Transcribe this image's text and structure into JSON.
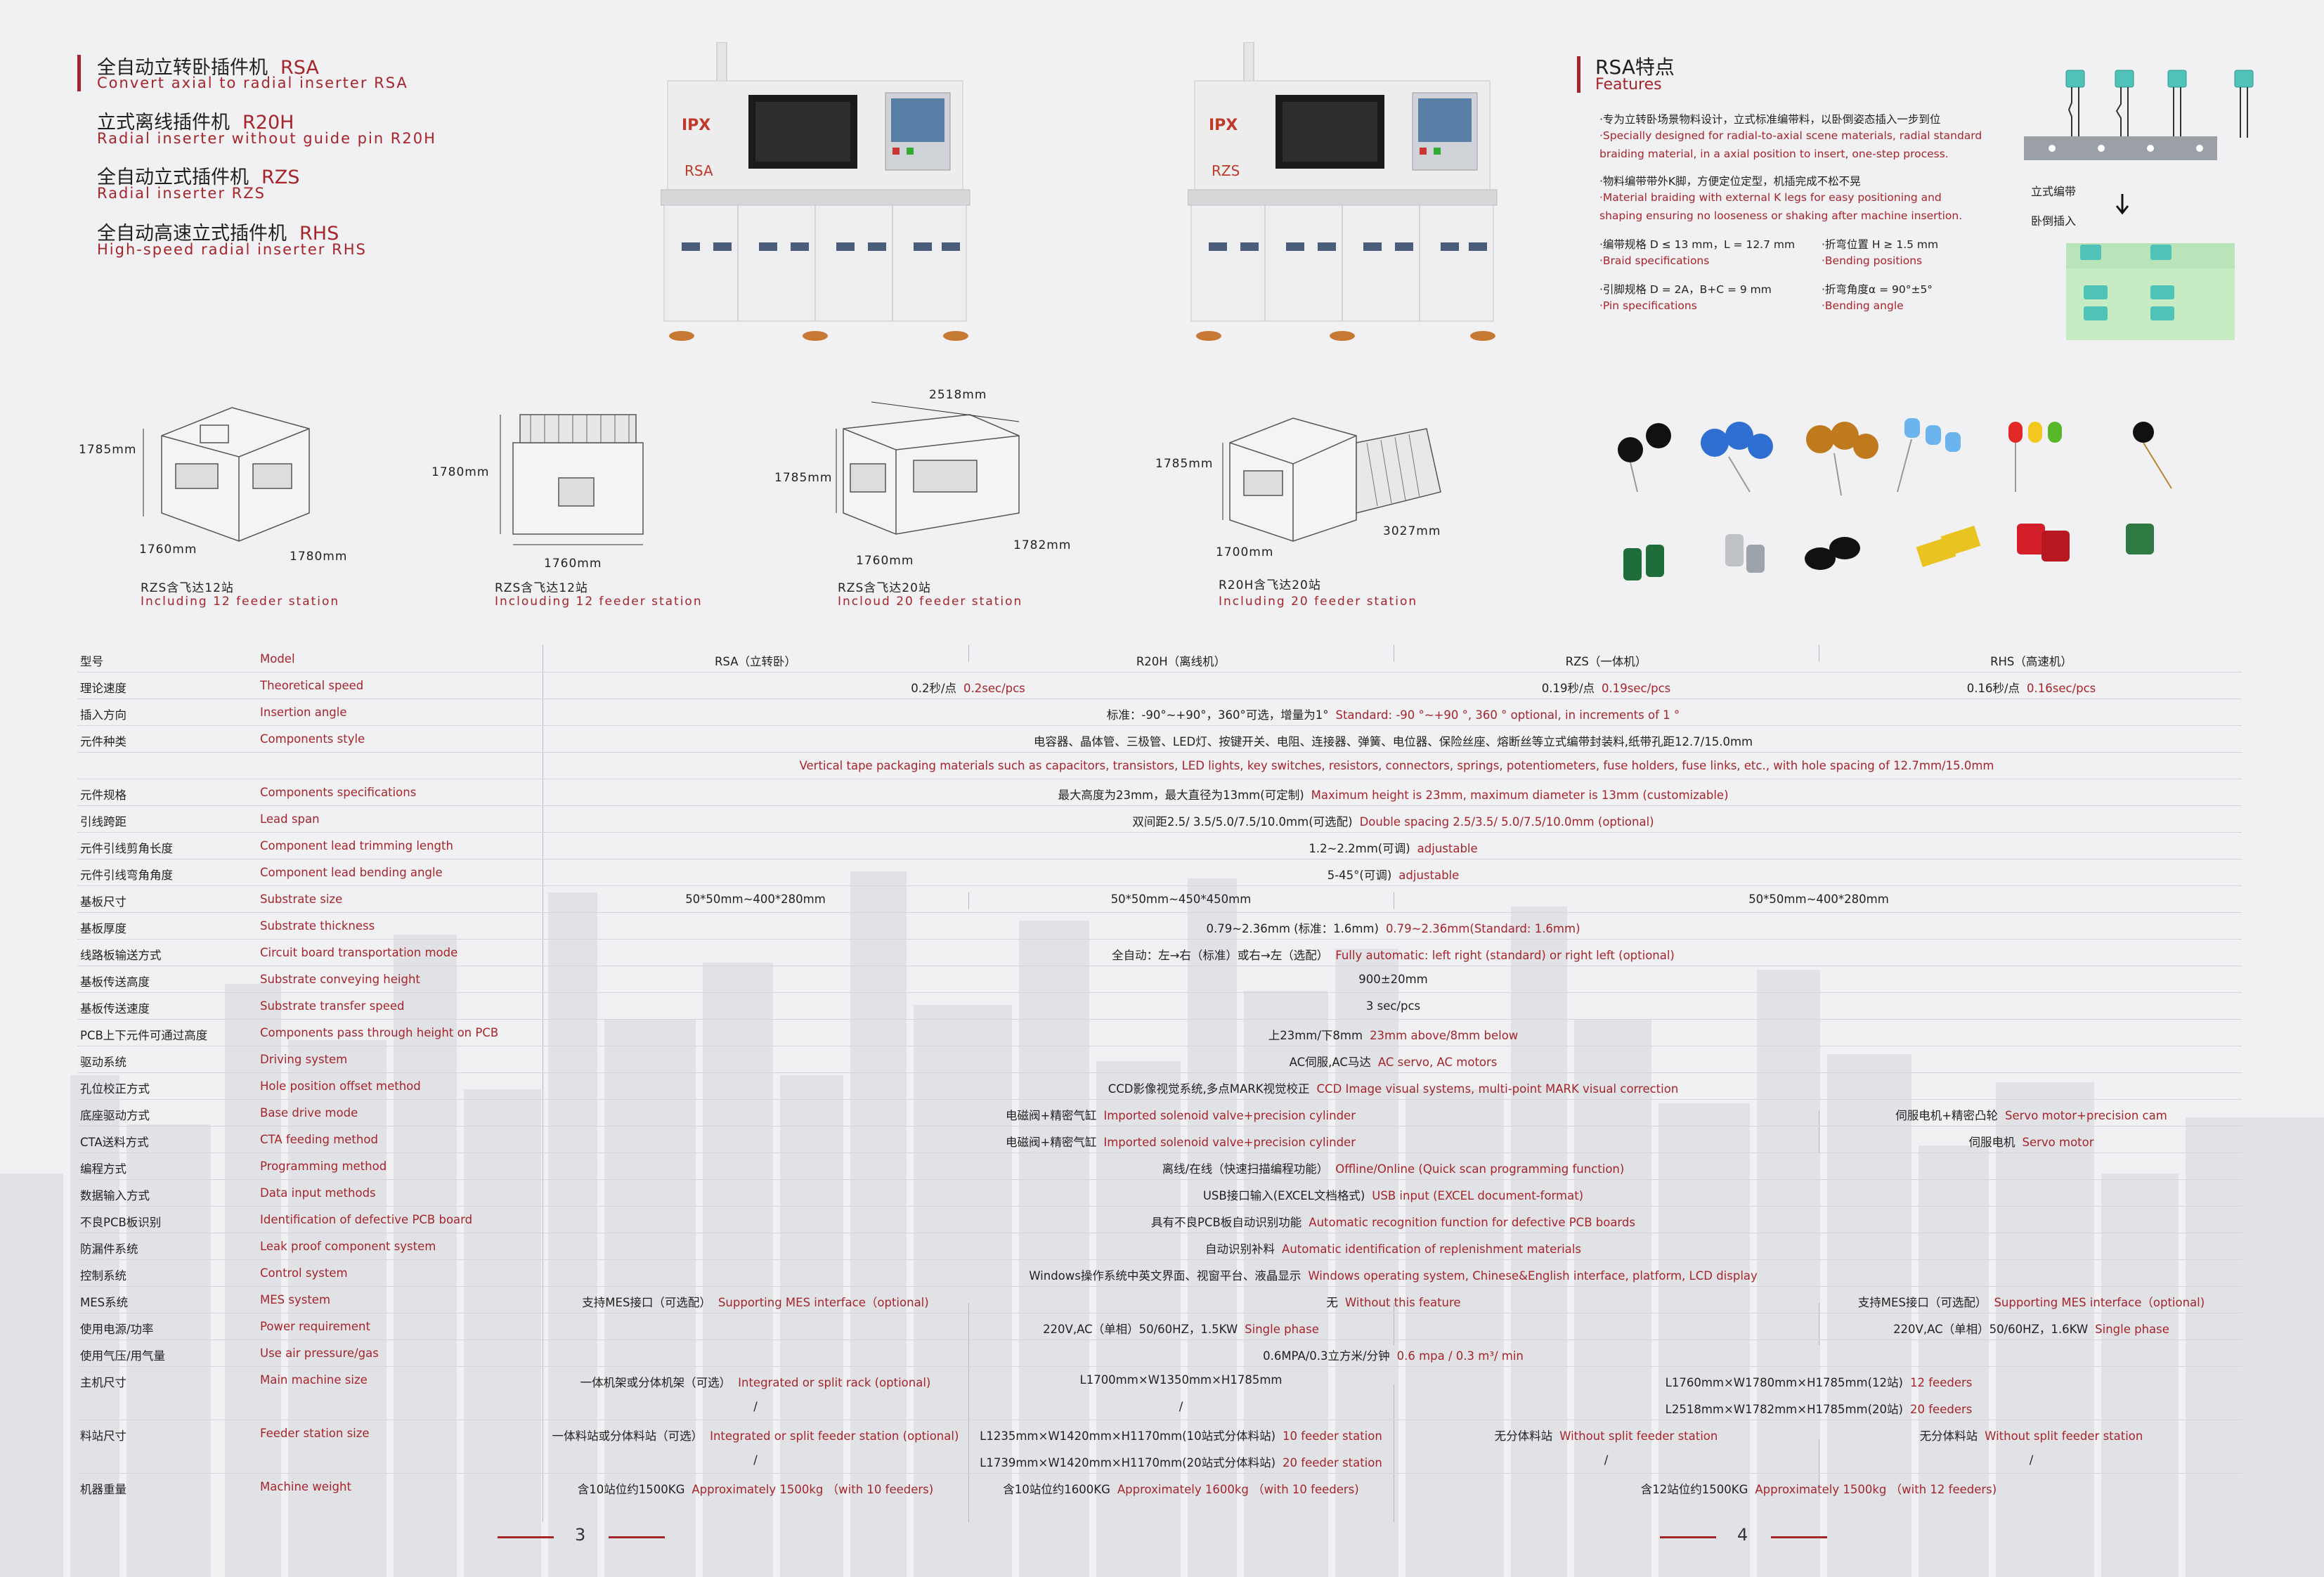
{
  "products": [
    {
      "cn": "全自动立转卧插件机",
      "model": "RSA",
      "en": "Convert axial to radial inserter RSA"
    },
    {
      "cn": "立式离线插件机",
      "model": "R20H",
      "en": "Radial inserter without guide pin R20H"
    },
    {
      "cn": "全自动立式插件机",
      "model": "RZS",
      "en": "Radial inserter RZS"
    },
    {
      "cn": "全自动高速立式插件机",
      "model": "RHS",
      "en": "High-speed radial inserter RHS"
    }
  ],
  "machine_labels": {
    "left": "RSA",
    "right": "RZS",
    "brand": "IPX"
  },
  "features": {
    "title": "RSA特点",
    "subtitle": "Features",
    "p1_cn": "·专为立转卧场景物料设计，立式标准编带料，以卧倒姿态插入一步到位",
    "p1_en1": "·Specially designed for radial-to-axial scene materials, radial standard",
    "p1_en2": "braiding material, in a axial position to insert, one-step process.",
    "p2_cn": "·物料编带带外K脚，方便定位定型，机插完成不松不晃",
    "p2_en1": "·Material braiding with external K legs for easy positioning and",
    "p2_en2": "shaping ensuring no looseness or shaking after machine insertion.",
    "s1_cn": "·编带规格 D ≤ 13 mm，L = 12.7 mm",
    "s1_en": "·Braid specifications",
    "s2_cn": "·折弯位置 H ≥ 1.5 mm",
    "s2_en": "·Bending positions",
    "s3_cn": "·引脚规格 D = 2A，B+C = 9 mm",
    "s3_en": "·Pin specifications",
    "s4_cn": "·折弯角度α = 90°±5°",
    "s4_en": "·Bending angle",
    "diag_label1": "立式编带",
    "diag_label2": "卧倒插入"
  },
  "dims": [
    {
      "h": "1785mm",
      "w": "1760mm",
      "d": "1780mm",
      "cap_cn": "RZS含飞达12站",
      "cap_en": "Including 12 feeder station"
    },
    {
      "h": "1780mm",
      "w": "1760mm",
      "cap_cn": "RZS含飞达12站",
      "cap_en": "Inclouding 12 feeder station"
    },
    {
      "h": "1785mm",
      "w": "1760mm",
      "d": "1782mm",
      "top": "2518mm",
      "cap_cn": "RZS含飞达20站",
      "cap_en": "Incloud 20 feeder station"
    },
    {
      "h": "1785mm",
      "w": "1700mm",
      "d": "3027mm",
      "cap_cn": "R20H含飞达20站",
      "cap_en": "Including 20 feeder station"
    }
  ],
  "table": {
    "header": {
      "cn": "型号",
      "en": "Model",
      "cols": [
        "RSA（立转卧）",
        "R20H（离线机）",
        "RZS（一体机）",
        "RHS（高速机）"
      ]
    },
    "speed": {
      "cn": "理论速度",
      "en": "Theoretical speed",
      "c1": "0.2秒/点",
      "c1e": "0.2sec/pcs",
      "c3": "0.19秒/点",
      "c3e": "0.19sec/pcs",
      "c4": "0.16秒/点",
      "c4e": "0.16sec/pcs"
    },
    "angle": {
      "cn": "插入方向",
      "en": "Insertion angle",
      "v": "标准：-90°~+90°，360°可选，增量为1°",
      "e": "Standard: -90 °~+90 °, 360 ° optional, in increments of 1 °"
    },
    "style": {
      "cn": "元件种类",
      "en": "Components style",
      "v": "电容器、晶体管、三极管、LED灯、按键开关、电阻、连接器、弹簧、电位器、保险丝座、熔断丝等立式编带封装料,纸带孔距12.7/15.0mm"
    },
    "style2": {
      "e": "Vertical tape packaging materials such as capacitors, transistors, LED lights, key switches, resistors, connectors, springs, potentiometers, fuse holders, fuse links, etc., with hole spacing of 12.7mm/15.0mm"
    },
    "spec": {
      "cn": "元件规格",
      "en": "Components specifications",
      "v": "最大高度为23mm，最大直径为13mm(可定制)",
      "e": "Maximum height is 23mm, maximum diameter is 13mm (customizable)"
    },
    "span": {
      "cn": "引线跨距",
      "en": "Lead span",
      "v": "双间距2.5/ 3.5/5.0/7.5/10.0mm(可选配)",
      "e": "Double spacing 2.5/3.5/ 5.0/7.5/10.0mm  (optional)"
    },
    "trim": {
      "cn": "元件引线剪角长度",
      "en": "Component lead trimming length",
      "v": "1.2~2.2mm(可调)",
      "e": "adjustable"
    },
    "bend": {
      "cn": "元件引线弯角角度",
      "en": "Component lead bending angle",
      "v": "5-45°(可调)",
      "e": "adjustable"
    },
    "size": {
      "cn": "基板尺寸",
      "en": "Substrate size",
      "c1": "50*50mm~400*280mm",
      "c2": "50*50mm~450*450mm",
      "c3": "50*50mm~400*280mm"
    },
    "thick": {
      "cn": "基板厚度",
      "en": "Substrate thickness",
      "v": "0.79~2.36mm (标准：1.6mm)",
      "e": "0.79~2.36mm(Standard: 1.6mm)"
    },
    "trans": {
      "cn": "线路板输送方式",
      "en": "Circuit board transportation mode",
      "v": "全自动：左→右（标准）或右→左（选配）",
      "e": "Fully automatic: left right (standard) or right left (optional)"
    },
    "convh": {
      "cn": "基板传送高度",
      "en": "Substrate conveying height",
      "v": "900±20mm"
    },
    "convs": {
      "cn": "基板传送速度",
      "en": "Substrate transfer speed",
      "v": "3 sec/pcs"
    },
    "pass": {
      "cn": "PCB上下元件可通过高度",
      "en": "Components pass through height on PCB",
      "v": "上23mm/下8mm",
      "e": "23mm above/8mm below"
    },
    "drive": {
      "cn": "驱动系统",
      "en": "Driving system",
      "v": "AC伺服,AC马达",
      "e": "AC servo, AC motors"
    },
    "hole": {
      "cn": "孔位校正方式",
      "en": "Hole position offset method",
      "v": "CCD影像视觉系统,多点MARK视觉校正",
      "e": "CCD Image visual systems, multi-point MARK visual correction"
    },
    "base": {
      "cn": "底座驱动方式",
      "en": "Base drive mode",
      "v": "电磁阀+精密气缸",
      "e": "Imported solenoid valve+precision cylinder",
      "c4": "伺服电机+精密凸轮",
      "c4e": "Servo motor+precision cam"
    },
    "cta": {
      "cn": "CTA送料方式",
      "en": "CTA feeding method",
      "v": "电磁阀+精密气缸",
      "e": "Imported solenoid valve+precision cylinder",
      "c4": "伺服电机",
      "c4e": "Servo motor"
    },
    "prog": {
      "cn": "编程方式",
      "en": "Programming method",
      "v": "离线/在线（快速扫描编程功能）",
      "e": "Offline/Online (Quick scan programming function)"
    },
    "data": {
      "cn": "数据输入方式",
      "en": "Data input methods",
      "v": "USB接口输入(EXCEL文档格式)",
      "e": "USB input (EXCEL document-format)"
    },
    "defect": {
      "cn": "不良PCB板识别",
      "en": "Identification of defective PCB board",
      "v": "具有不良PCB板自动识别功能",
      "e": "Automatic recognition function for defective PCB boards"
    },
    "leak": {
      "cn": "防漏件系统",
      "en": "Leak proof component system",
      "v": "自动识别补料",
      "e": "Automatic identification of replenishment materials"
    },
    "ctrl": {
      "cn": "控制系统",
      "en": "Control system",
      "v": "Windows操作系统中英文界面、视窗平台、液晶显示",
      "e": "Windows operating system, Chinese&English interface, platform, LCD display"
    },
    "mes": {
      "cn": "MES系统",
      "en": "MES system",
      "c1": "支持MES接口（可选配）",
      "c1e": "Supporting MES interface（optional)",
      "c2": "无",
      "c2e": "Without this feature",
      "c4": "支持MES接口（可选配）",
      "c4e": "Supporting MES interface（optional)"
    },
    "power": {
      "cn": "使用电源/功率",
      "en": "Power requirement",
      "v1": "220V,AC（单相）50/60HZ，1.5KW",
      "e1": "Single phase",
      "v2": "220V,AC（单相）50/60HZ，1.6KW",
      "e2": "Single phase"
    },
    "air": {
      "cn": "使用气压/用气量",
      "en": "Use air pressure/gas",
      "v": "0.6MPA/0.3立方米/分钟",
      "e": "0.6 mpa / 0.3 m³/ min"
    },
    "main": {
      "cn": "主机尺寸",
      "en": "Main machine size",
      "c1": "一体机架或分体机架（可选）",
      "c1e": "Integrated or split rack (optional)",
      "c2": "L1700mm×W1350mm×H1785mm",
      "c3": "L1760mm×W1780mm×H1785mm(12站)",
      "c3e": "12 feeders",
      "c1b": "/",
      "c2b": "/",
      "c3b": "L2518mm×W1782mm×H1785mm(20站)",
      "c3be": "20 feeders"
    },
    "feeder": {
      "cn": "料站尺寸",
      "en": "Feeder station size",
      "c1": "一体料站或分体料站（可选）",
      "c1e": "Integrated or split feeder station (optional)",
      "c2": "L1235mm×W1420mm×H1170mm(10站式分体料站)",
      "c2e": "10 feeder station",
      "c3": "无分体料站",
      "c3e": "Without split feeder station",
      "c4": "无分体料站",
      "c4e": "Without split feeder station",
      "c1b": "/",
      "c2b": "L1739mm×W1420mm×H1170mm(20站式分体料站)",
      "c2be": "20 feeder station",
      "c3b": "/",
      "c4b": "/"
    },
    "weight": {
      "cn": "机器重量",
      "en": "Machine weight",
      "c1": "含10站位约1500KG",
      "c1e": "Approximately 1500kg （with 10 feeders)",
      "c2": "含10站位约1600KG",
      "c2e": "Approximately 1600kg （with 10 feeders)",
      "c3": "含12站位约1500KG",
      "c3e": "Approximately 1500kg （with 12 feeders)"
    }
  },
  "pages": {
    "left": "3",
    "right": "4"
  }
}
